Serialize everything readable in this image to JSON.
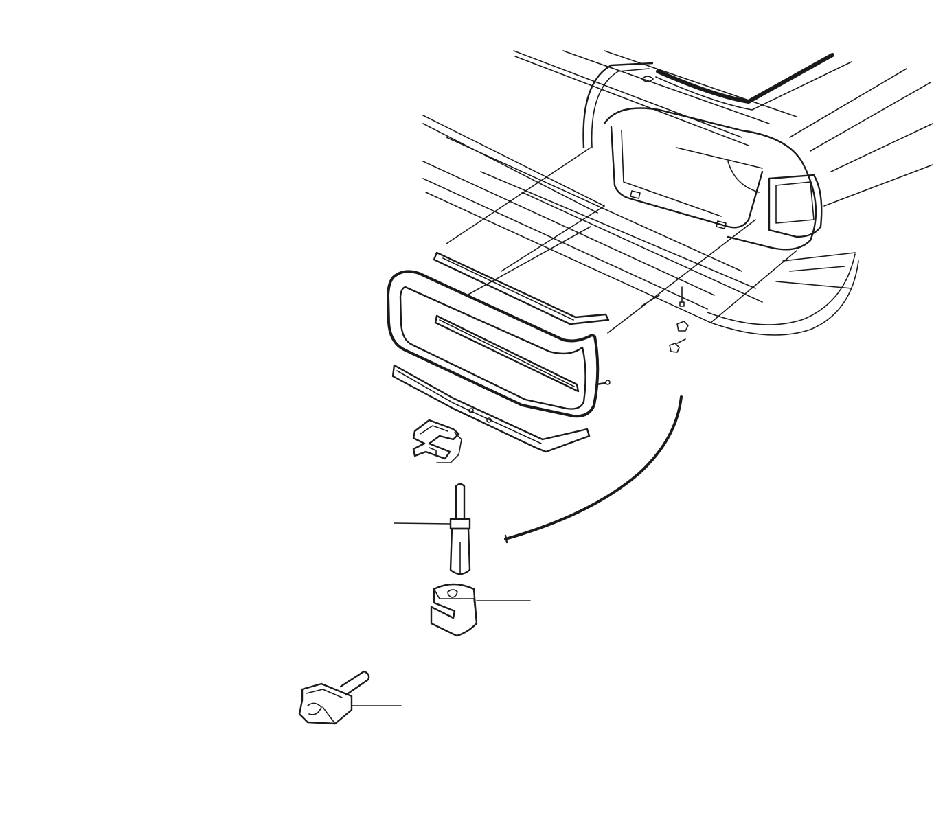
{
  "colors": {
    "background": "#ffffff",
    "line": "#1a1a1a"
  },
  "parts": [
    {
      "id": "vehicle-rear-corner",
      "icon": "car-body-outline"
    },
    {
      "id": "lamp-housing-frame",
      "icon": "frame-outline"
    },
    {
      "id": "upper-seal-strip",
      "icon": "strip"
    },
    {
      "id": "middle-seal-strip",
      "icon": "strip"
    },
    {
      "id": "lower-seal-strip",
      "icon": "strip"
    },
    {
      "id": "mounting-bracket",
      "icon": "bracket"
    },
    {
      "id": "small-fasteners",
      "icon": "screw"
    },
    {
      "id": "wiring-cable",
      "icon": "cable"
    },
    {
      "id": "pin-stud",
      "icon": "pin"
    },
    {
      "id": "clip-nut",
      "icon": "clip"
    },
    {
      "id": "push-clip-bolt",
      "icon": "bolt"
    }
  ]
}
